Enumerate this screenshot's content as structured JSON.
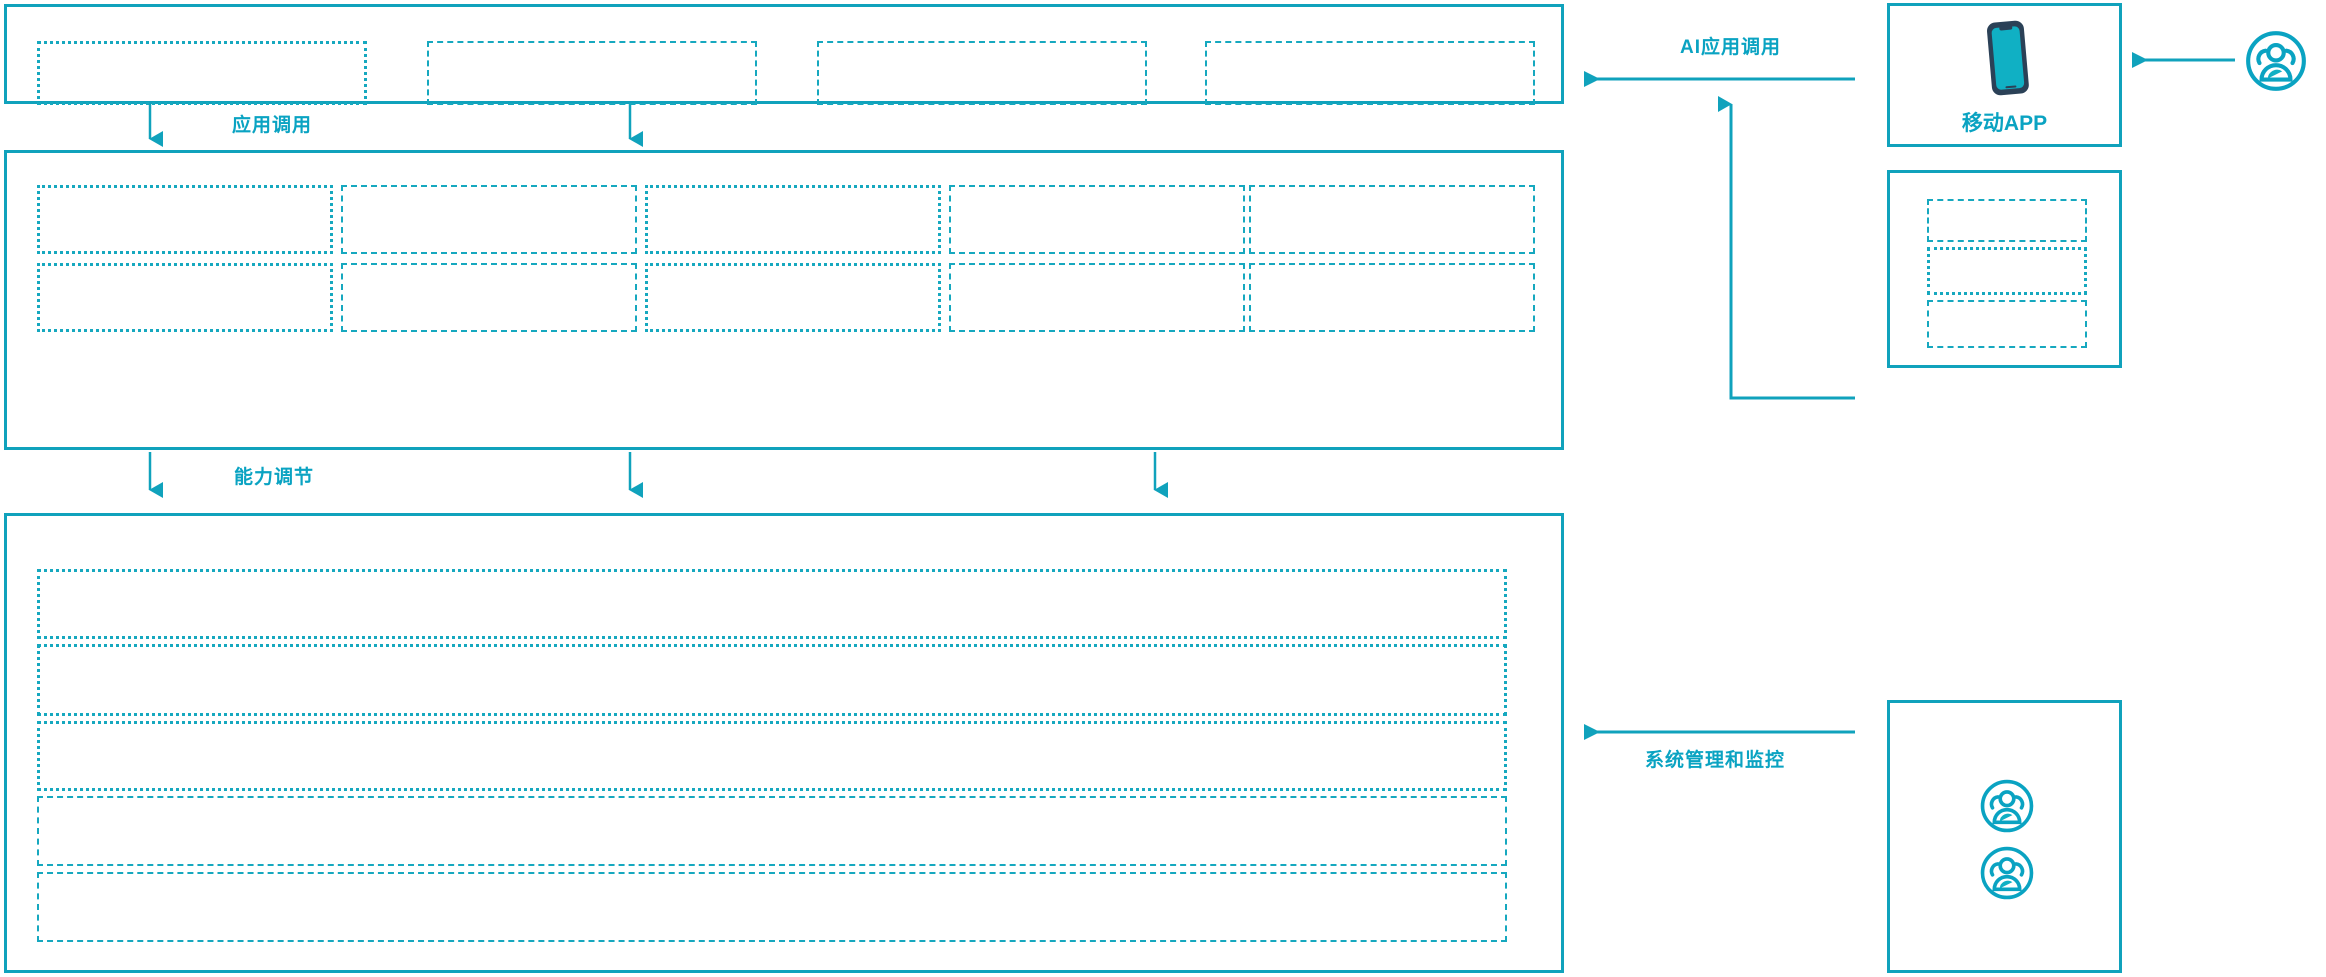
{
  "meta": {
    "accent": "#10a2bc",
    "accent_light": "#16a8bf",
    "label_color": "#0aa3c2",
    "phone_frame_color": "#2b4157",
    "phone_screen_color": "#10b0c4",
    "background": "#ffffff"
  },
  "layers": {
    "application_layer": {
      "name": "application-layer-panel",
      "slots": [
        "",
        "",
        "",
        ""
      ]
    },
    "capability_layer": {
      "name": "capability-layer-panel",
      "columns": 5,
      "rows": 2,
      "slots": [
        "",
        "",
        "",
        "",
        "",
        "",
        "",
        "",
        "",
        ""
      ]
    },
    "platform_layer": {
      "name": "platform-layer-panel",
      "rows": [
        "",
        "",
        "",
        "",
        ""
      ]
    }
  },
  "flows": {
    "application_call": "应用调用",
    "capability_adjust": "能力调节",
    "ai_application_call": "AI应用调用",
    "system_management_monitoring": "系统管理和监控"
  },
  "right_column": {
    "mobile_app": {
      "label": "移动APP",
      "icon": "smartphone-icon"
    },
    "channel_panel": {
      "name": "channel-panel",
      "slots": [
        "",
        "",
        ""
      ]
    },
    "operations_panel": {
      "name": "operations-panel",
      "icons": [
        "users-group-icon",
        "users-group-icon"
      ]
    },
    "external_user": {
      "icon": "users-group-icon"
    }
  }
}
